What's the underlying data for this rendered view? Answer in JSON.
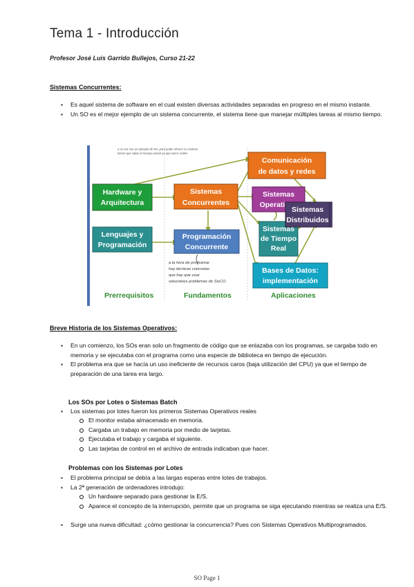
{
  "doc": {
    "title": "Tema 1 - Introducción",
    "subtitle": "Profesor José Luis Garrido Bullejos, Curso 21-22"
  },
  "sec1": {
    "heading": "Sistemas Concurrentes:",
    "bullets": [
      "Es aquel sistema de software en el cual existen diversas actividades separadas en progreso en el mismo instante.",
      "Un SO es el mejor ejemplo de un sistema concurrente, el sistema tiene que manejar múltiples tareas al mismo tiempo."
    ]
  },
  "diagram": {
    "nodes": {
      "hw": [
        "Hardware y",
        "Arquitectura"
      ],
      "sc": [
        "Sistemas",
        "Concurrentes"
      ],
      "com": [
        "Comunicación",
        "de datos y redes"
      ],
      "so": [
        "Sistemas",
        "Operativos"
      ],
      "sd": [
        "Sistemas",
        "Distribuidos"
      ],
      "lp": [
        "Lenguajes y",
        "Programación"
      ],
      "pc": [
        "Programación",
        "Concurrente"
      ],
      "str": [
        "Sistemas",
        "de Tiempo",
        "Real"
      ],
      "bd": [
        "Bases de Datos:",
        "implementación"
      ]
    },
    "columns": {
      "c1": "Prerrequisitos",
      "c2": "Fundamentos",
      "c3": "Aplicaciones"
    },
    "handwriting_top": "a su vez son un ejemplo de SO, para poder ofrecer su sistema",
    "handwriting_top2": "tienen que saber el manejo actual ya que casos reales",
    "handwriting_notes": [
      "a la hora de programar",
      "hay técnicas concretas",
      "que hay que usar",
      "soluciones problemas de SisCO."
    ]
  },
  "sec2": {
    "heading": "Breve Historia de los Sistemas Operativos:",
    "bullets": [
      "En un comienzo, los SOs eran solo un fragmento de código que se enlazaba con los programas, se cargaba todo en memoria y se ejecutaba con el programa como una especie de biblioteca en tiempo de ejecución.",
      "El problema era que se hacía un uso ineficiente de recursos caros (baja utilización del CPU) ya que el tiempo de preparación de una tarea era largo."
    ]
  },
  "sec3": {
    "heading": "Los SOs por Lotes o Sistemas Batch",
    "bullet": "Los sistemas por lotes fueron los primeros Sistemas Operativos reales",
    "items": [
      "El monitor estaba almacenado en memoria.",
      "Cargaba un trabajo en memoria por medio de tarjetas.",
      "Ejecutaba el trabajo y cargaba el siguiente.",
      "Las tarjetas de control en el archivo de entrada indicaban que hacer."
    ]
  },
  "sec4": {
    "heading": "Problemas con los Sistemas por Lotes",
    "bullet1": "El problema principal se debía a las largas esperas entre lotes de trabajos.",
    "bullet2": "La 2ª generación de ordenadores introdujo:",
    "items": [
      "Un hardware separado para gestionar la E/S.",
      "Aparece el concepto de la interrupción, permite que un programa se siga ejecutando mientras se realiza una E/S."
    ],
    "bullet3": "Surge una nueva dificultad: ¿cómo gestionar la concurrencia? Pues con Sistemas Operativos Multiprogramados."
  },
  "footer": "SO Page 1",
  "colors": {
    "green": "#1e9e3a",
    "orange": "#e8731c",
    "purple": "#a23d9a",
    "teal": "#2c8f8f",
    "blue": "#4f7fc0",
    "darkpurple": "#4d3f6b",
    "cyan": "#14a5c4",
    "arrow": "#93a335",
    "label": "#2f8a2f"
  }
}
